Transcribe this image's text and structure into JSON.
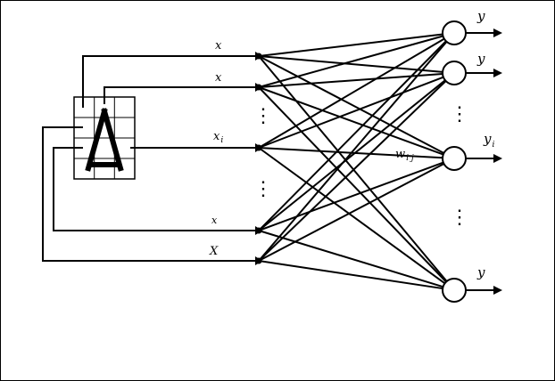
{
  "diagram": {
    "input_labels": [
      {
        "main": "x",
        "sub": ""
      },
      {
        "main": "x",
        "sub": ""
      },
      {
        "main": "x",
        "sub": "i"
      },
      {
        "main": "x",
        "sub": ""
      },
      {
        "main": "X",
        "sub": ""
      }
    ],
    "output_labels": [
      {
        "main": "y",
        "sub": ""
      },
      {
        "main": "y",
        "sub": ""
      },
      {
        "main": "y",
        "sub": "i"
      },
      {
        "main": "y",
        "sub": ""
      }
    ],
    "weight_label": {
      "main": "w",
      "sub": "i j"
    },
    "glyph_letter": "A",
    "ellipsis_marks": [
      "⋮",
      "⋮",
      "⋮",
      "⋮"
    ],
    "colors": {
      "ink": "#000000",
      "background": "#ffffff"
    }
  }
}
